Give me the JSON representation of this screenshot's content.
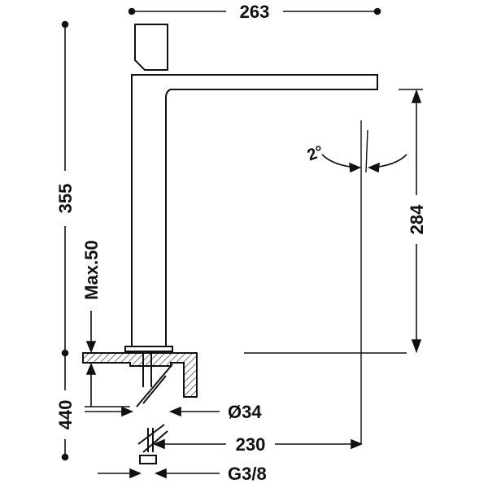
{
  "drawing": {
    "dimensions": {
      "spout_reach": "263",
      "total_height": "355",
      "spout_height": "284",
      "max_deck": "Max.50",
      "below_deck": "440",
      "hole_diameter": "Ø34",
      "hose_length": "230",
      "connection": "G3/8",
      "angle": "2°"
    },
    "colors": {
      "line": "#111111",
      "background": "#ffffff"
    }
  }
}
